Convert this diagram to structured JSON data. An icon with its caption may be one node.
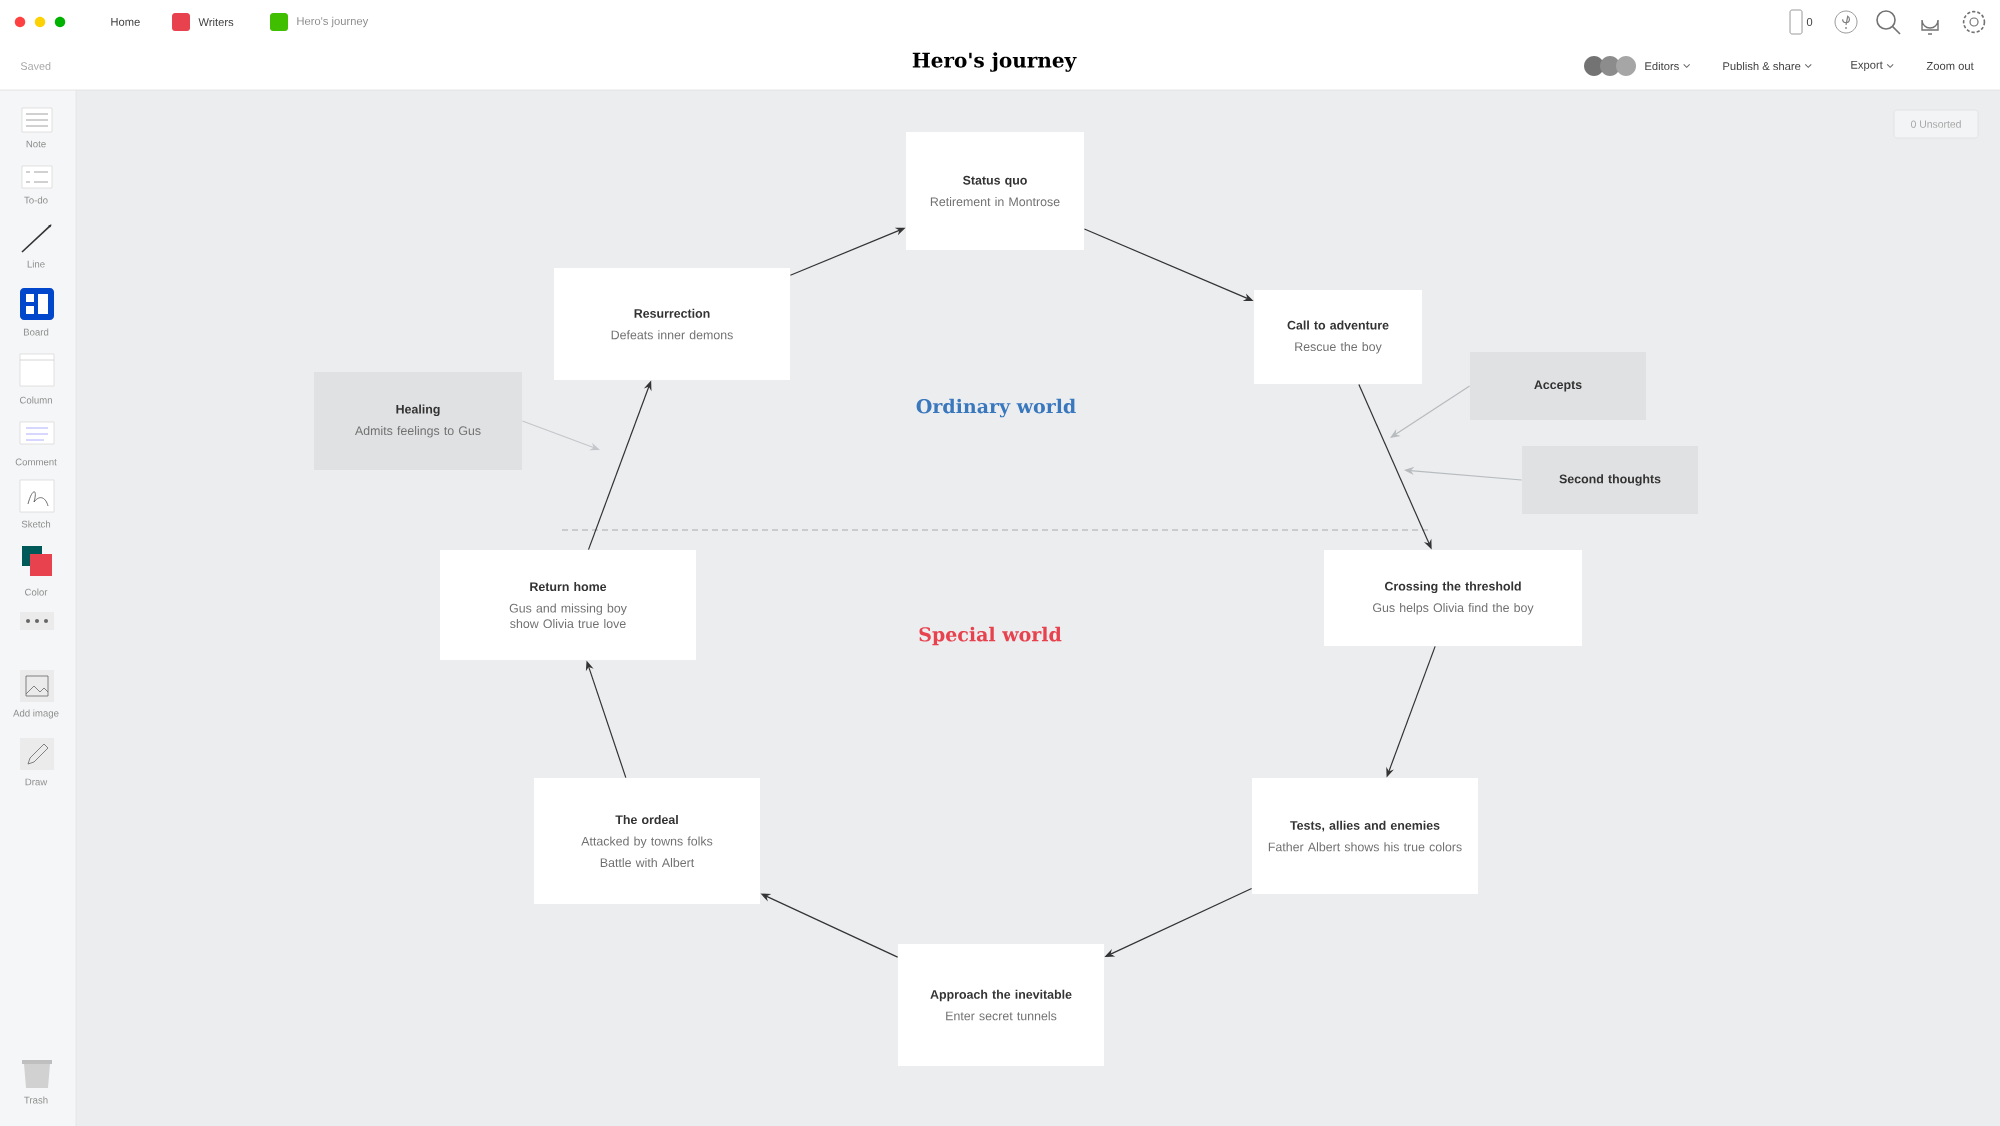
{
  "diagram": {
    "title": "Hero's journey",
    "nodes": [
      {
        "text": [
          "Status quo",
          "Retirement in Montrose"
        ]
      },
      {
        "text": [
          "Call to adventure",
          "Rescue the boy"
        ]
      },
      {
        "text": [
          "Crossing the threshold",
          "Gus helps Olivia find the boy"
        ]
      },
      {
        "text": [
          "Tests, allies and enemies",
          "Father Albert shows his true colors"
        ]
      },
      {
        "text": [
          "Approach the inevitable",
          "Enter secret tunnels"
        ]
      },
      {
        "text": [
          "The ordeal",
          "Attacked by towns folks",
          "Battle with Albert"
        ]
      },
      {
        "text": [
          "Return home",
          "Gus and missing boy show Olivia true love"
        ]
      },
      {
        "text": [
          "Resurrection",
          "Defeats inner demons"
        ]
      },
      {
        "text": [
          "Healing",
          "Admits feelings to Gus"
        ]
      },
      {
        "text": [
          "Accepts"
        ]
      },
      {
        "text": [
          "Second thoughts"
        ]
      }
    ],
    "edges": [
      {
        "from": 0,
        "to": 1,
        "arrow": "to"
      },
      {
        "from": 1,
        "to": 2,
        "arrow": "to"
      },
      {
        "from": 2,
        "to": 3,
        "arrow": "to"
      },
      {
        "from": 3,
        "to": 4,
        "arrow": "to"
      },
      {
        "from": 4,
        "to": 5,
        "arrow": "to"
      },
      {
        "from": 5,
        "to": 6,
        "arrow": "to"
      },
      {
        "from": 6,
        "to": 7,
        "arrow": "to"
      },
      {
        "from": 7,
        "to": 0,
        "arrow": "to"
      },
      {
        "from": 8,
        "to": null,
        "arrow": "to",
        "color": "#c4c7ca"
      },
      {
        "from": 9,
        "to": null,
        "arrow": "to",
        "color": "#b8bbbe"
      },
      {
        "from": 10,
        "to": null,
        "arrow": "to",
        "color": "#b8bbbe"
      }
    ],
    "labels": [
      "Home",
      "Writers",
      "Hero's journey",
      "Saved",
      "0",
      "Editors",
      "Publish & share",
      "Export",
      "Zoom out",
      "0 Unsorted",
      "Note",
      "To-do",
      "Line",
      "Board",
      "Column",
      "Comment",
      "Sketch",
      "Color",
      "Add image",
      "Draw",
      "Trash",
      "Ordinary world",
      "Special world"
    ]
  }
}
